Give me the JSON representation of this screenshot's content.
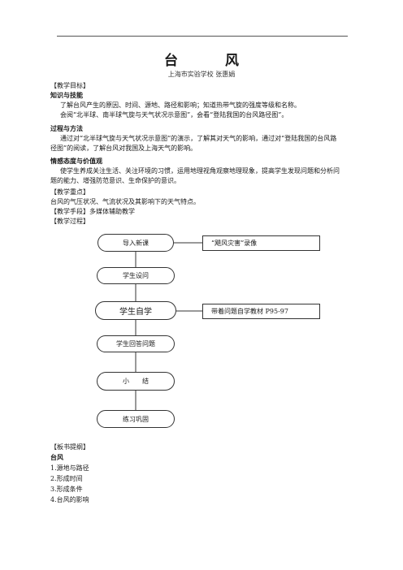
{
  "title": "台 风",
  "author": "上海市实验学校 张惠娟",
  "sections": {
    "goals_header": "【教学目标】",
    "knowledge_header": "知识与技能",
    "knowledge_p1": "了解台风产生的原因、时间、源地、路径和影响；知道热带气旋的强度等级和名称。",
    "knowledge_p2": "会阅“北半球、南半球气旋与天气状况示意图”，会看“登陆我国的台风路径图”。",
    "process_header": "过程与方法",
    "process_p": "通过对“北半球气旋与天气状况示意图”的演示，了解其对天气的影响，通过对“登陆我国的台风路径图”的阅读，了解台风对我国及上海天气的影响。",
    "attitude_header": "情感态度与价值观",
    "attitude_p": "使学生养成关注生活、关注环境的习惯，运用地理视角观察地理现象，提高学生发现问题和分析问题的能力、增强防范意识、生命保护的意识。",
    "key_header": "【教学重点】",
    "key_text": "台风的气压状况、气流状况及其影响下的天气特点。",
    "means_label": "【教学手段】多媒体辅助教学",
    "procedure_header": "【教学过程】",
    "board_header": "【板书提纲】",
    "board_title": "台风",
    "board_items": [
      "1.源地与路径",
      "2.形成时间",
      "3.形成条件",
      "4.台风的影响"
    ]
  },
  "flowchart": {
    "steps": [
      "导入新课",
      "学生设问",
      "学生自学",
      "学生回答问题",
      "小　　结",
      "练习巩固"
    ],
    "side_notes": [
      "“飓风灾害”录像",
      "带着问题自学教材 P95-97"
    ]
  }
}
